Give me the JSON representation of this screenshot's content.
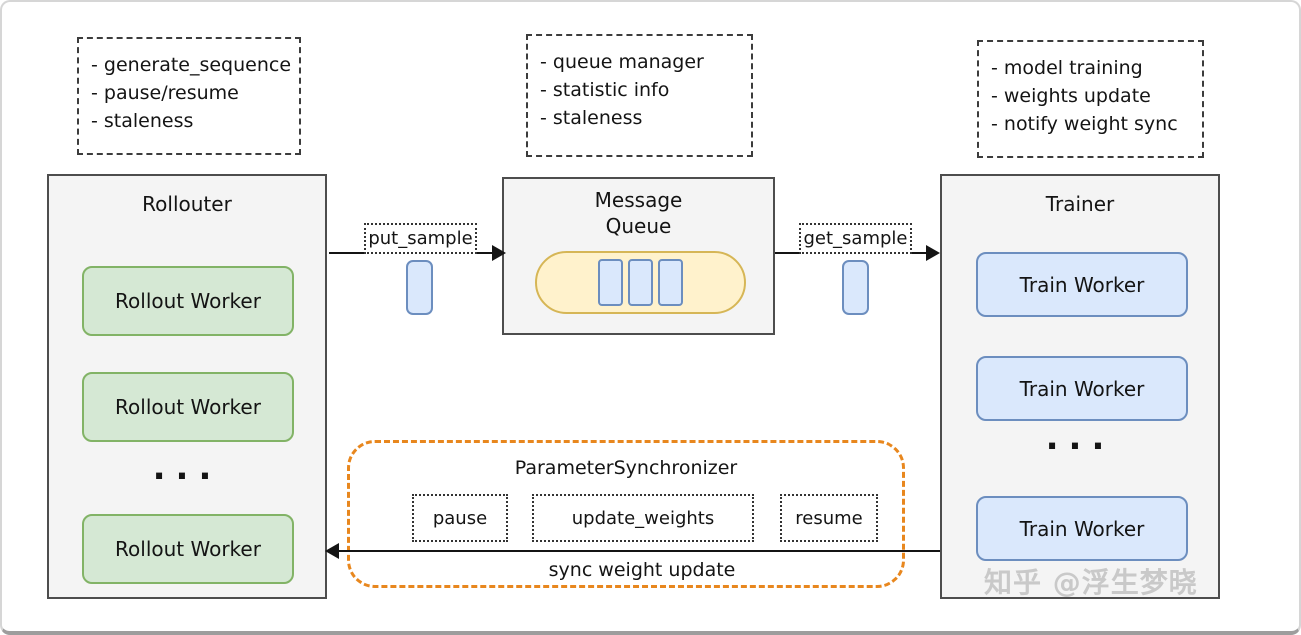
{
  "notes": {
    "rollouter": {
      "lines": [
        "- generate_sequence",
        "- pause/resume",
        "- staleness"
      ]
    },
    "queue": {
      "lines": [
        "- queue manager",
        "- statistic info",
        "- staleness"
      ]
    },
    "trainer": {
      "lines": [
        "- model training",
        "- weights update",
        "- notify weight sync"
      ]
    }
  },
  "rollouter": {
    "title": "Rollouter",
    "workers": [
      "Rollout Worker",
      "Rollout Worker",
      "Rollout Worker"
    ],
    "ellipsis": "..."
  },
  "message_queue": {
    "title_line1": "Message",
    "title_line2": "Queue"
  },
  "trainer": {
    "title": "Trainer",
    "workers": [
      "Train Worker",
      "Train Worker",
      "Train Worker"
    ],
    "ellipsis": "..."
  },
  "arrows": {
    "put_sample": "put_sample",
    "get_sample": "get_sample",
    "sync_weight_update": "sync weight update"
  },
  "synchronizer": {
    "title": "ParameterSynchronizer",
    "ops": [
      "pause",
      "update_weights",
      "resume"
    ]
  },
  "watermark": "知乎 @浮生梦晓",
  "colors": {
    "green_fill": "#d5e8d4",
    "green_border": "#82b366",
    "blue_fill": "#dae8fc",
    "blue_border": "#6c8ebf",
    "yellow_fill": "#fff2cc",
    "yellow_border": "#d6b656",
    "orange": "#e8871e",
    "panel_fill": "#f4f4f4",
    "panel_border": "#4d4d4d"
  }
}
